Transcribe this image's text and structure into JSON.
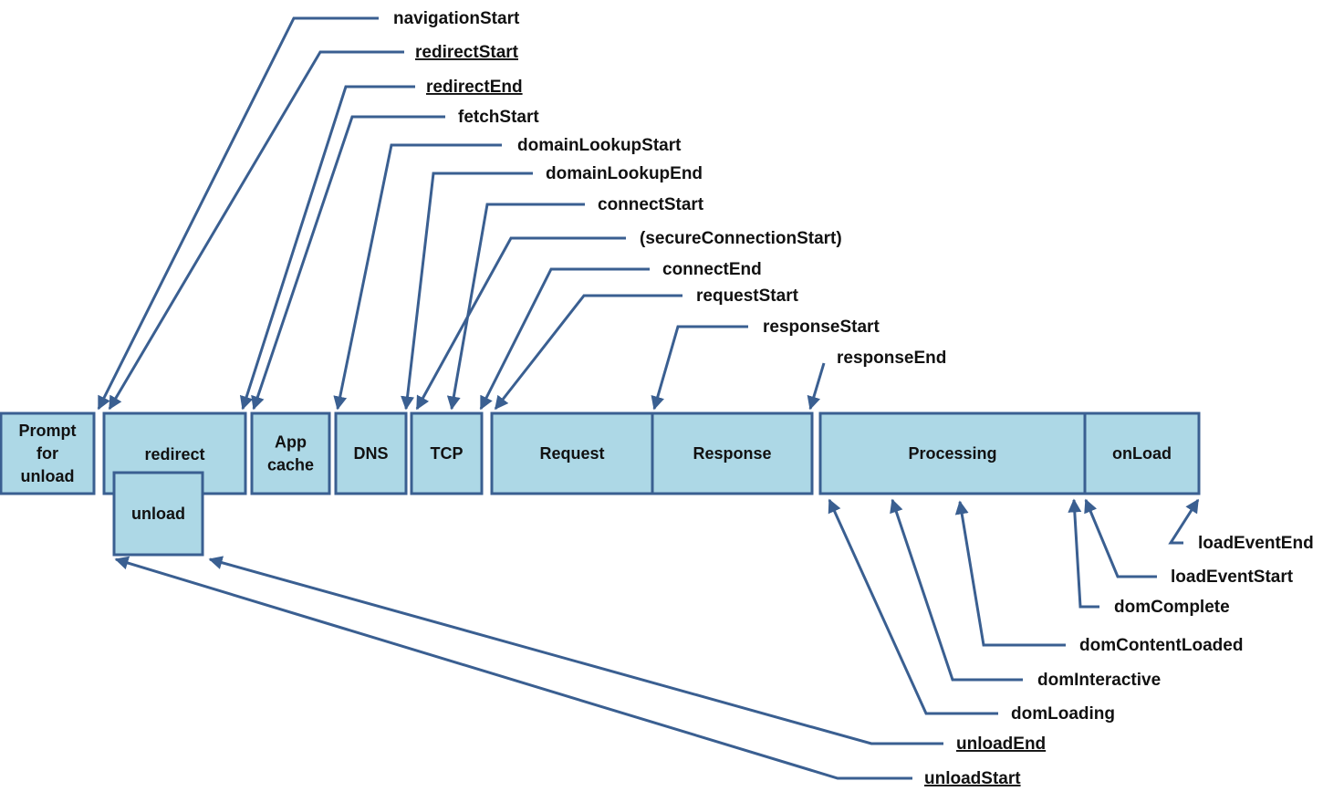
{
  "colors": {
    "box_fill": "#add8e6",
    "box_stroke": "#3a5f91",
    "leader_line": "#3a5f91",
    "text": "#111111"
  },
  "phases": [
    {
      "id": "prompt-for-unload",
      "lines": [
        "Prompt",
        "for",
        "unload"
      ]
    },
    {
      "id": "redirect",
      "lines": [
        "redirect"
      ]
    },
    {
      "id": "unload",
      "lines": [
        "unload"
      ]
    },
    {
      "id": "app-cache",
      "lines": [
        "App",
        "cache"
      ]
    },
    {
      "id": "dns",
      "lines": [
        "DNS"
      ]
    },
    {
      "id": "tcp",
      "lines": [
        "TCP"
      ]
    },
    {
      "id": "request",
      "lines": [
        "Request"
      ]
    },
    {
      "id": "response",
      "lines": [
        "Response"
      ]
    },
    {
      "id": "processing",
      "lines": [
        "Processing"
      ]
    },
    {
      "id": "onload",
      "lines": [
        "onLoad"
      ]
    }
  ],
  "events": [
    {
      "id": "navigationStart",
      "label": "navigationStart",
      "underlined": false
    },
    {
      "id": "redirectStart",
      "label": "redirectStart",
      "underlined": true
    },
    {
      "id": "redirectEnd",
      "label": "redirectEnd",
      "underlined": true
    },
    {
      "id": "fetchStart",
      "label": "fetchStart",
      "underlined": false
    },
    {
      "id": "domainLookupStart",
      "label": "domainLookupStart",
      "underlined": false
    },
    {
      "id": "domainLookupEnd",
      "label": "domainLookupEnd",
      "underlined": false
    },
    {
      "id": "connectStart",
      "label": "connectStart",
      "underlined": false
    },
    {
      "id": "secureConnectionStart",
      "label": "(secureConnectionStart)",
      "underlined": false
    },
    {
      "id": "connectEnd",
      "label": "connectEnd",
      "underlined": false
    },
    {
      "id": "requestStart",
      "label": "requestStart",
      "underlined": false
    },
    {
      "id": "responseStart",
      "label": "responseStart",
      "underlined": false
    },
    {
      "id": "responseEnd",
      "label": "responseEnd",
      "underlined": false
    },
    {
      "id": "loadEventEnd",
      "label": "loadEventEnd",
      "underlined": false
    },
    {
      "id": "loadEventStart",
      "label": "loadEventStart",
      "underlined": false
    },
    {
      "id": "domComplete",
      "label": "domComplete",
      "underlined": false
    },
    {
      "id": "domContentLoaded",
      "label": "domContentLoaded",
      "underlined": false
    },
    {
      "id": "domInteractive",
      "label": "domInteractive",
      "underlined": false
    },
    {
      "id": "domLoading",
      "label": "domLoading",
      "underlined": false
    },
    {
      "id": "unloadEnd",
      "label": "unloadEnd",
      "underlined": true
    },
    {
      "id": "unloadStart",
      "label": "unloadStart",
      "underlined": true
    }
  ]
}
